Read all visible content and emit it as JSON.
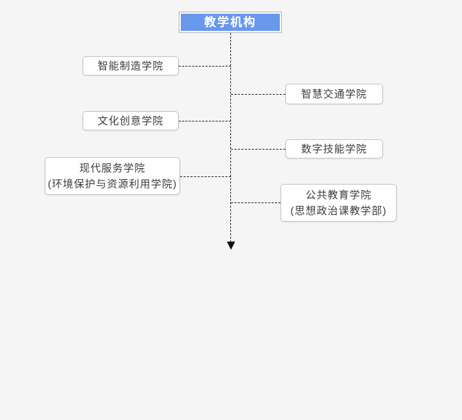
{
  "page": {
    "background_color": "#f5f5f5"
  },
  "diagram": {
    "type": "org-chart",
    "root": {
      "label": "教学机构",
      "fill_color": "#6898ec",
      "text_color": "#ffffff",
      "border_color": "#b3b3b3"
    },
    "connector_color": "#1a1a1a",
    "node_border_color": "#c3c3c3",
    "node_fill_color": "#fefefe",
    "node_text_color": "#3c3c3c",
    "branches": [
      {
        "side": "left",
        "lines": [
          "智能制造学院"
        ]
      },
      {
        "side": "right",
        "lines": [
          "智慧交通学院"
        ]
      },
      {
        "side": "left",
        "lines": [
          "文化创意学院"
        ]
      },
      {
        "side": "right",
        "lines": [
          "数字技能学院"
        ]
      },
      {
        "side": "left",
        "lines": [
          "现代服务学院",
          "(环境保护与资源利用学院)"
        ]
      },
      {
        "side": "right",
        "lines": [
          "公共教育学院",
          "(思想政治课教学部)"
        ]
      }
    ]
  }
}
